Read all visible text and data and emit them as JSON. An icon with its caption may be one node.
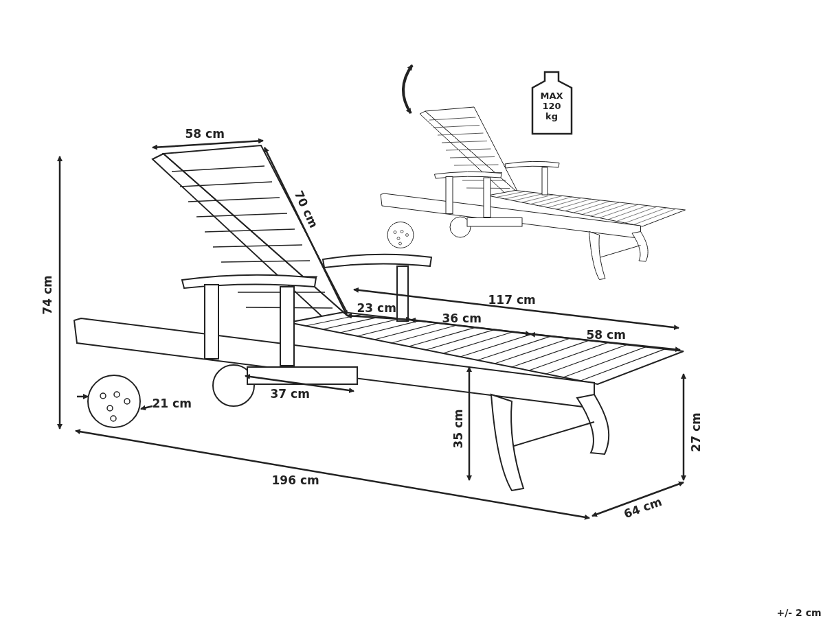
{
  "diagram": {
    "labels": [
      "MAX 120 kg",
      "58 cm",
      "70 cm",
      "74 cm",
      "117 cm",
      "23 cm",
      "36 cm",
      "58 cm",
      "37 cm",
      "21 cm",
      "35 cm",
      "27 cm",
      "196 cm",
      "64 cm",
      "+/- 2 cm"
    ]
  }
}
